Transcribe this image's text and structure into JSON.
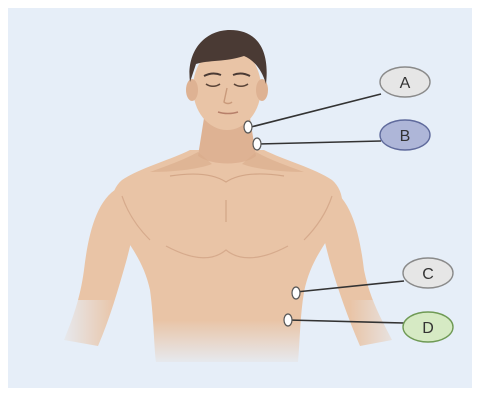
{
  "diagram": {
    "labels": [
      {
        "id": "A",
        "text": "A",
        "fill": "#e6e6e6",
        "stroke": "#8a8a8a"
      },
      {
        "id": "B",
        "text": "B",
        "fill": "#aeb6d8",
        "stroke": "#5f6a9c"
      },
      {
        "id": "C",
        "text": "C",
        "fill": "#e6e6e6",
        "stroke": "#8a8a8a"
      },
      {
        "id": "D",
        "text": "D",
        "fill": "#d6eac4",
        "stroke": "#6f9a55"
      }
    ],
    "colors": {
      "background": "#e6eef8",
      "skin": "#e9c4a6",
      "skin_shadow": "#d9ab8b",
      "hair": "#4a3a34",
      "leader_line": "#333333",
      "marker_fill": "#ffffff"
    }
  }
}
